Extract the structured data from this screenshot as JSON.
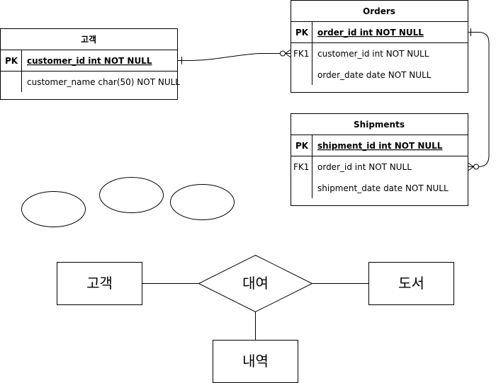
{
  "tables": {
    "customer": {
      "title": "고객",
      "rows": [
        {
          "key": "PK",
          "field": "customer_id int NOT NULL"
        },
        {
          "key": "",
          "field": "customer_name char(50) NOT NULL"
        }
      ]
    },
    "orders": {
      "title": "Orders",
      "rows": [
        {
          "key": "PK",
          "field": "order_id int NOT NULL"
        },
        {
          "key": "FK1",
          "field": "customer_id int NOT NULL"
        },
        {
          "key": "",
          "field": "order_date date NOT NULL"
        }
      ]
    },
    "shipments": {
      "title": "Shipments",
      "rows": [
        {
          "key": "PK",
          "field": "shipment_id int NOT NULL"
        },
        {
          "key": "FK1",
          "field": "order_id int NOT NULL"
        },
        {
          "key": "",
          "field": "shipment_date date NOT NULL"
        }
      ]
    }
  },
  "er": {
    "customer_entity": "고객",
    "rental_relationship": "대여",
    "book_entity": "도서",
    "history_entity": "내역"
  }
}
